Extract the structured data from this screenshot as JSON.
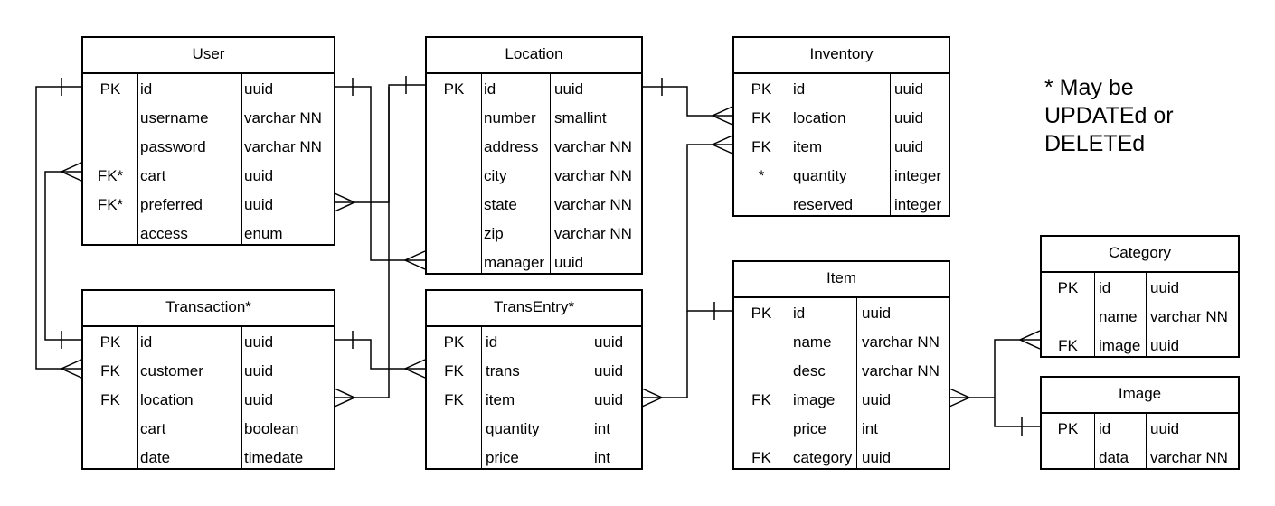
{
  "note": {
    "lines": [
      "* May be",
      "UPDATEd or",
      "DELETEd"
    ]
  },
  "entities": {
    "user": {
      "title": "User",
      "rows": [
        {
          "key": "PK",
          "name": "id",
          "type": "uuid"
        },
        {
          "key": "",
          "name": "username",
          "type": "varchar NN"
        },
        {
          "key": "",
          "name": "password",
          "type": "varchar NN"
        },
        {
          "key": "FK*",
          "name": "cart",
          "type": "uuid"
        },
        {
          "key": "FK*",
          "name": "preferred",
          "type": "uuid"
        },
        {
          "key": "",
          "name": "access",
          "type": "enum"
        }
      ]
    },
    "location": {
      "title": "Location",
      "rows": [
        {
          "key": "PK",
          "name": "id",
          "type": "uuid"
        },
        {
          "key": "",
          "name": "number",
          "type": "smallint"
        },
        {
          "key": "",
          "name": "address",
          "type": "varchar NN"
        },
        {
          "key": "",
          "name": "city",
          "type": "varchar NN"
        },
        {
          "key": "",
          "name": "state",
          "type": "varchar NN"
        },
        {
          "key": "",
          "name": "zip",
          "type": "varchar NN"
        },
        {
          "key": "",
          "name": "manager",
          "type": "uuid"
        }
      ]
    },
    "inventory": {
      "title": "Inventory",
      "rows": [
        {
          "key": "PK",
          "name": "id",
          "type": "uuid"
        },
        {
          "key": "FK",
          "name": "location",
          "type": "uuid"
        },
        {
          "key": "FK",
          "name": "item",
          "type": "uuid"
        },
        {
          "key": "*",
          "name": "quantity",
          "type": "integer"
        },
        {
          "key": "",
          "name": "reserved",
          "type": "integer"
        }
      ]
    },
    "transaction": {
      "title": "Transaction*",
      "rows": [
        {
          "key": "PK",
          "name": "id",
          "type": "uuid"
        },
        {
          "key": "FK",
          "name": "customer",
          "type": "uuid"
        },
        {
          "key": "FK",
          "name": "location",
          "type": "uuid"
        },
        {
          "key": "",
          "name": "cart",
          "type": "boolean"
        },
        {
          "key": "",
          "name": "date",
          "type": "timedate"
        }
      ]
    },
    "transentry": {
      "title": "TransEntry*",
      "rows": [
        {
          "key": "PK",
          "name": "id",
          "type": "uuid"
        },
        {
          "key": "FK",
          "name": "trans",
          "type": "uuid"
        },
        {
          "key": "FK",
          "name": "item",
          "type": "uuid"
        },
        {
          "key": "",
          "name": "quantity",
          "type": "int"
        },
        {
          "key": "",
          "name": "price",
          "type": "int"
        }
      ]
    },
    "item": {
      "title": "Item",
      "rows": [
        {
          "key": "PK",
          "name": "id",
          "type": "uuid"
        },
        {
          "key": "",
          "name": "name",
          "type": "varchar NN"
        },
        {
          "key": "",
          "name": "desc",
          "type": "varchar NN"
        },
        {
          "key": "FK",
          "name": "image",
          "type": "uuid"
        },
        {
          "key": "",
          "name": "price",
          "type": "int"
        },
        {
          "key": "FK",
          "name": "category",
          "type": "uuid"
        }
      ]
    },
    "category": {
      "title": "Category",
      "rows": [
        {
          "key": "PK",
          "name": "id",
          "type": "uuid"
        },
        {
          "key": "",
          "name": "name",
          "type": "varchar NN"
        },
        {
          "key": "FK",
          "name": "image",
          "type": "uuid"
        }
      ]
    },
    "image": {
      "title": "Image",
      "rows": [
        {
          "key": "PK",
          "name": "id",
          "type": "uuid"
        },
        {
          "key": "",
          "name": "data",
          "type": "varchar NN"
        }
      ]
    }
  }
}
